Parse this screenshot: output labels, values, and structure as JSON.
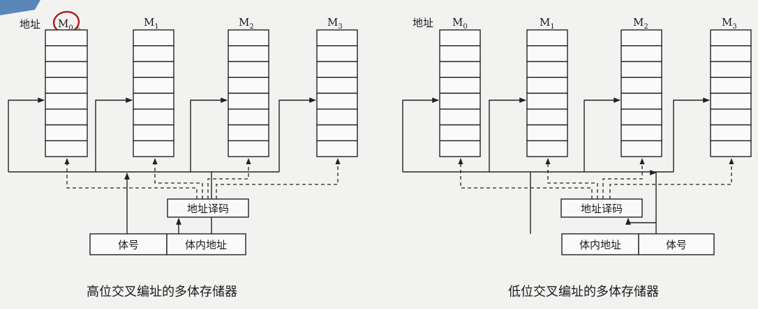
{
  "left": {
    "addr_label": "地址",
    "modules": [
      {
        "name": "M",
        "sub": "0"
      },
      {
        "name": "M",
        "sub": "1"
      },
      {
        "name": "M",
        "sub": "2"
      },
      {
        "name": "M",
        "sub": "3"
      }
    ],
    "decoder_label": "地址译码",
    "field_a": "体号",
    "field_b": "体内地址",
    "caption": "高位交叉编址的多体存储器"
  },
  "right": {
    "addr_label": "地址",
    "modules": [
      {
        "name": "M",
        "sub": "0"
      },
      {
        "name": "M",
        "sub": "1"
      },
      {
        "name": "M",
        "sub": "2"
      },
      {
        "name": "M",
        "sub": "3"
      }
    ],
    "decoder_label": "地址译码",
    "field_a": "体内地址",
    "field_b": "体号",
    "caption": "低位交叉编址的多体存储器"
  },
  "colors": {
    "line": "#222222",
    "annotation": "#b01818",
    "background": "#f2f3f1",
    "banner": "#5b87b8"
  }
}
